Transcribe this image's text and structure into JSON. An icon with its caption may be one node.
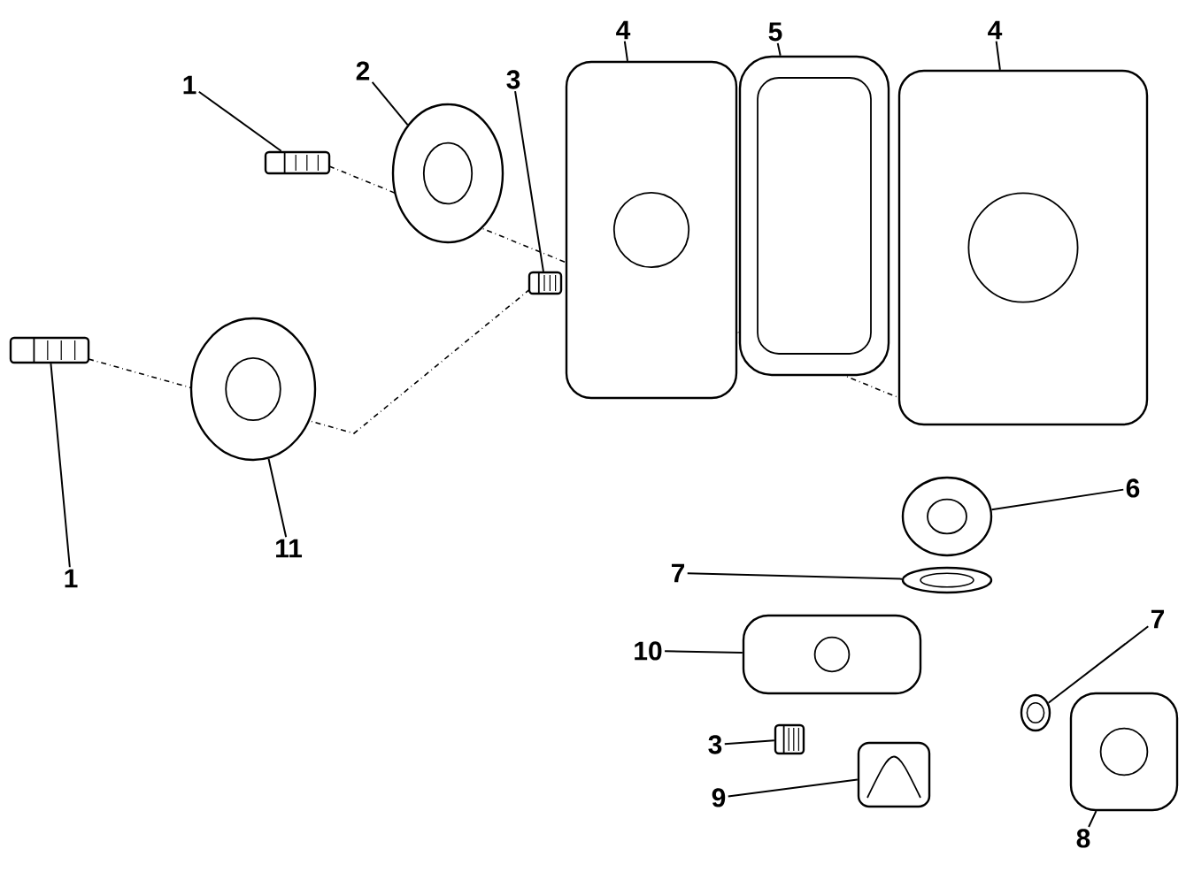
{
  "diagram": {
    "nodes": [
      {
        "text": [
          "1"
        ]
      },
      {
        "text": [
          "2"
        ]
      },
      {
        "text": [
          "3"
        ]
      },
      {
        "text": [
          "4"
        ]
      },
      {
        "text": [
          "5"
        ]
      },
      {
        "text": [
          "4"
        ]
      },
      {
        "text": [
          "6"
        ]
      },
      {
        "text": [
          "7"
        ]
      },
      {
        "text": [
          "10"
        ]
      },
      {
        "text": [
          "7"
        ]
      },
      {
        "text": [
          "3"
        ]
      },
      {
        "text": [
          "9"
        ]
      },
      {
        "text": [
          "8"
        ]
      },
      {
        "text": [
          "1"
        ]
      },
      {
        "text": [
          "11"
        ]
      },
      {
        "text": [],
        "shape": "picture"
      },
      {
        "text": [],
        "shape": "picture"
      },
      {
        "text": [],
        "shape": "picture"
      },
      {
        "text": [],
        "shape": "picture"
      },
      {
        "text": [],
        "shape": "picture"
      },
      {
        "text": [],
        "shape": "picture"
      },
      {
        "text": [],
        "shape": "picture"
      },
      {
        "text": [],
        "shape": "picture"
      },
      {
        "text": [],
        "shape": "picture"
      },
      {
        "text": [],
        "shape": "picture"
      },
      {
        "text": [],
        "shape": "picture"
      },
      {
        "text": [],
        "shape": "picture"
      },
      {
        "text": [],
        "shape": "picture"
      },
      {
        "text": [],
        "shape": "picture"
      },
      {
        "text": [],
        "shape": "picture"
      }
    ],
    "edges": [
      {
        "from": 0,
        "to": 15,
        "arrow": "none"
      },
      {
        "from": 1,
        "to": 16,
        "arrow": "none"
      },
      {
        "from": 2,
        "to": 17,
        "arrow": "none"
      },
      {
        "from": 3,
        "to": 18,
        "arrow": "none"
      },
      {
        "from": 4,
        "to": 19,
        "arrow": "none"
      },
      {
        "from": 5,
        "to": 20,
        "arrow": "none"
      },
      {
        "from": 6,
        "to": 21,
        "arrow": "none"
      },
      {
        "from": 7,
        "to": 22,
        "arrow": "none"
      },
      {
        "from": 8,
        "to": 23,
        "arrow": "none"
      },
      {
        "from": 9,
        "to": 24,
        "arrow": "none"
      },
      {
        "from": 10,
        "to": 27,
        "arrow": "none"
      },
      {
        "from": 11,
        "to": 26,
        "arrow": "none"
      },
      {
        "from": 12,
        "to": 25,
        "arrow": "none"
      },
      {
        "from": 13,
        "to": 28,
        "arrow": "none"
      },
      {
        "from": 14,
        "to": 29,
        "arrow": "none"
      }
    ]
  }
}
